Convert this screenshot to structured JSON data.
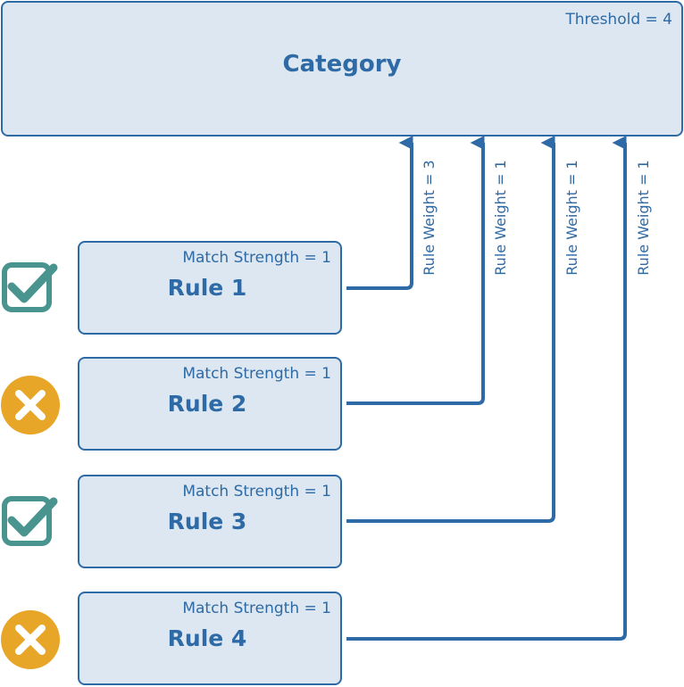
{
  "category": {
    "title": "Category",
    "threshold": "Threshold = 4"
  },
  "rules": [
    {
      "title": "Rule 1",
      "match": "Match Strength = 1",
      "status": "matched",
      "icon": "checkmark-icon",
      "weight": "Rule Weight = 3"
    },
    {
      "title": "Rule 2",
      "match": "Match Strength = 1",
      "status": "not-matched",
      "icon": "x-circle-icon",
      "weight": "Rule Weight = 1"
    },
    {
      "title": "Rule 3",
      "match": "Match Strength = 1",
      "status": "matched",
      "icon": "checkmark-icon",
      "weight": "Rule Weight = 1"
    },
    {
      "title": "Rule 4",
      "match": "Match Strength = 1",
      "status": "not-matched",
      "icon": "x-circle-icon",
      "weight": "Rule Weight = 1"
    }
  ],
  "colors": {
    "box_fill": "#dde7f1",
    "line": "#2e6aa5",
    "check": "#4a9490",
    "cross": "#e8a628"
  }
}
